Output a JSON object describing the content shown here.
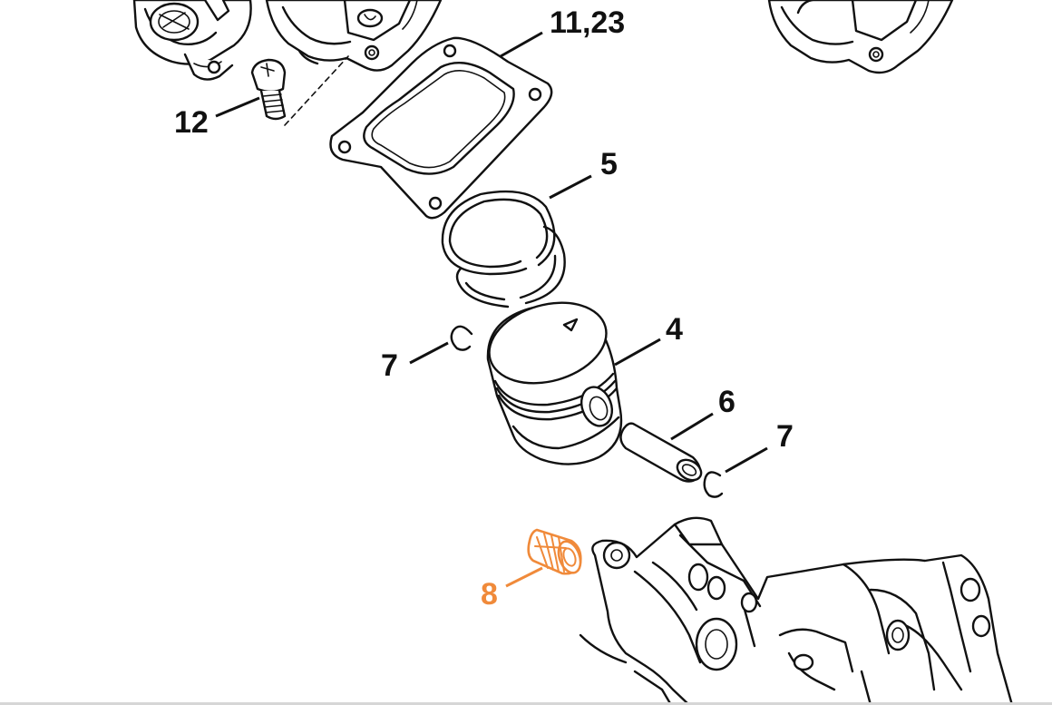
{
  "colors": {
    "line": "#111111",
    "highlight": "#f08a3a",
    "background": "#ffffff"
  },
  "labels": {
    "gasket": "11,23",
    "screw": "12",
    "piston_rings": "5",
    "piston": "4",
    "circlip_left": "7",
    "piston_pin": "6",
    "circlip_right": "7",
    "needle_cage": "8"
  },
  "highlighted_part": "8"
}
